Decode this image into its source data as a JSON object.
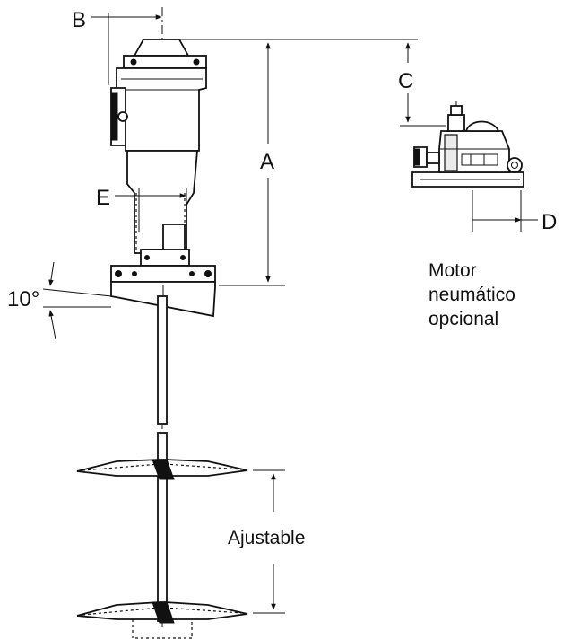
{
  "labels": {
    "a": "A",
    "b": "B",
    "c": "C",
    "d": "D",
    "e": "E",
    "angle": "10°",
    "adjustable": "Ajustable"
  },
  "note": {
    "line1": "Motor",
    "line2": "neumático",
    "line3": "opcional"
  }
}
